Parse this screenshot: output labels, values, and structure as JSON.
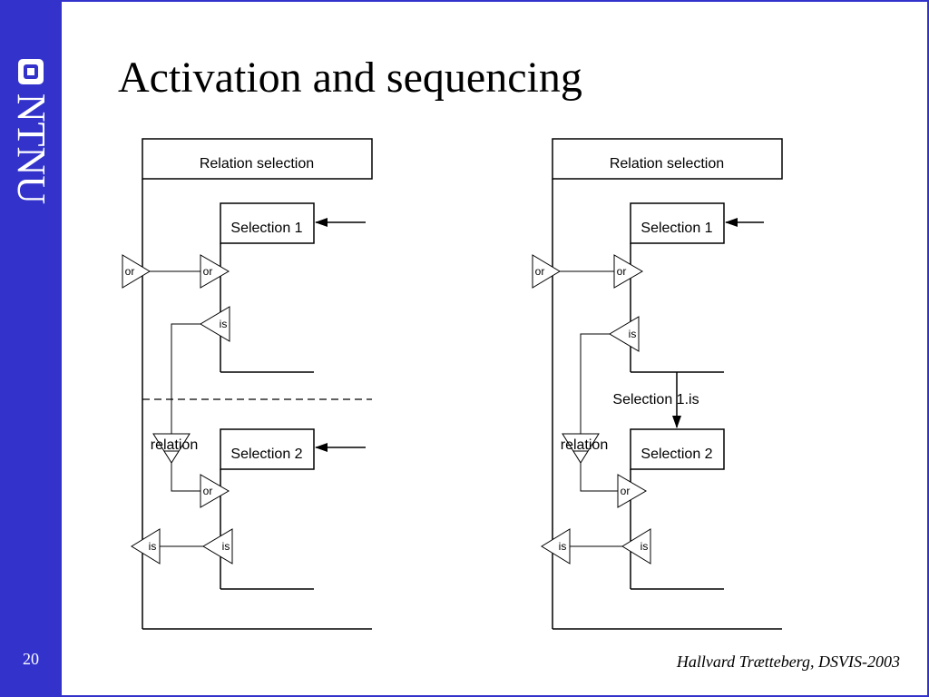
{
  "sidebar": {
    "logo_icon": "ntnu-logo-icon",
    "logo_text": "NTNU",
    "page_number": "20",
    "color": "#3333cc"
  },
  "title": "Activation and sequencing",
  "footer": "Hallvard Trætteberg, DSVIS-2003",
  "diagram_left": {
    "container_label": "Relation selection",
    "selection1_label": "Selection 1",
    "selection2_label": "Selection 2",
    "or_labels": [
      "or",
      "or",
      "or"
    ],
    "is_labels": [
      "is",
      "is",
      "is"
    ],
    "relation_label": "relation"
  },
  "diagram_right": {
    "container_label": "Relation selection",
    "selection1_label": "Selection 1",
    "selection2_label": "Selection 2",
    "or_labels": [
      "or",
      "or",
      "or"
    ],
    "is_labels": [
      "is",
      "is",
      "is"
    ],
    "relation_label": "relation",
    "transition_label": "Selection 1.is"
  }
}
